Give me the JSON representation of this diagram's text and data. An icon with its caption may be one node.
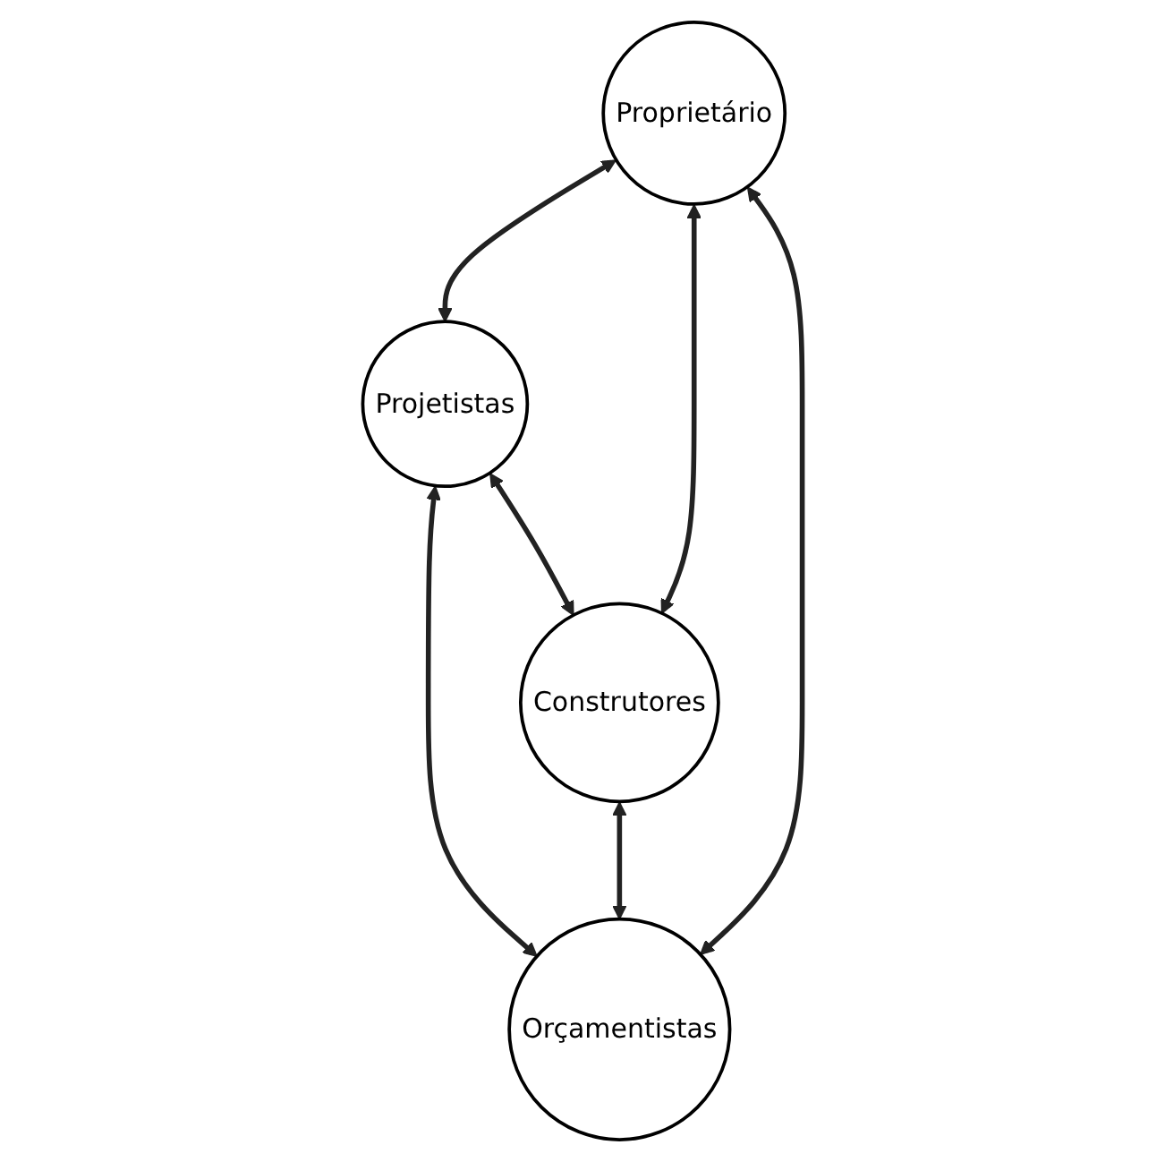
{
  "diagram": {
    "nodes": [
      {
        "text": [
          "Projetistas"
        ]
      },
      {
        "text": [
          "Proprietário"
        ]
      },
      {
        "text": [
          "Orçamentistas"
        ]
      },
      {
        "text": [
          "Construtores"
        ]
      }
    ],
    "edges": [
      {
        "from": 1,
        "to": 0,
        "arrow": "both"
      },
      {
        "from": 0,
        "to": 2,
        "arrow": "both"
      },
      {
        "from": 1,
        "to": 3,
        "arrow": "both"
      },
      {
        "from": 3,
        "to": 2,
        "arrow": "both"
      },
      {
        "from": 0,
        "to": 3,
        "arrow": "both"
      },
      {
        "from": 1,
        "to": 2,
        "arrow": "both"
      }
    ]
  }
}
